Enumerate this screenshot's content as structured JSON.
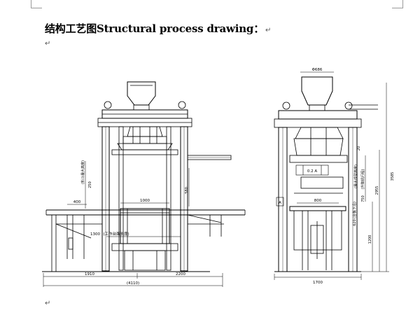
{
  "heading": {
    "cn": "结构工艺图",
    "en": "Structural process drawing：",
    "mark": "↵"
  },
  "paragraph_marks": [
    "↵",
    "↵"
  ],
  "front_view": {
    "dims": {
      "total": "(4110)",
      "left": "1910",
      "right": "2200",
      "width_1000": "1000",
      "width_1300": "1300",
      "label_1300": "(工作台面长度)",
      "d400": "400",
      "d580": "580",
      "d250": "250",
      "label_250": "(料斗最大高度)"
    }
  },
  "side_view": {
    "dims": {
      "top_dia": "Φ686",
      "bottom": "1700",
      "w800": "800",
      "h3585": "3585",
      "h2955": "2955",
      "h1200": "1200",
      "h750": "750",
      "label_750": "(升降机行程)",
      "h620": "620",
      "label_620": "(台板下沿)",
      "h_label_upper": "(最大成型高度)",
      "ref_box": "0.2 A",
      "ref_a": "A",
      "d20": "20"
    }
  }
}
